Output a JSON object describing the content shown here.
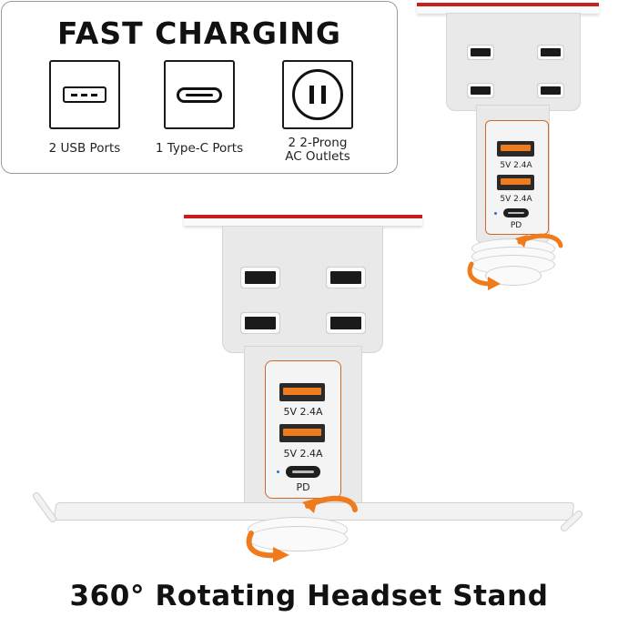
{
  "card": {
    "title": "FAST CHARGING",
    "features": [
      {
        "icon": "usb-a-icon",
        "label": "2 USB Ports"
      },
      {
        "icon": "usb-c-icon",
        "label": "1 Type-C Ports"
      },
      {
        "icon": "ac-outlet-icon",
        "label": "2 2-Prong\nAC Outlets"
      }
    ]
  },
  "product_large": {
    "usb1_rating": "5V 2.4A",
    "usb2_rating": "5V 2.4A",
    "typec_label": "PD"
  },
  "product_small": {
    "usb1_rating": "5V 2.4A",
    "usb2_rating": "5V 2.4A",
    "typec_label": "PD"
  },
  "tagline": "360° Rotating Headset Stand",
  "colors": {
    "accent_orange": "#f07b1c",
    "strip_red": "#c81e1e",
    "housing": "#e9e9ea"
  }
}
